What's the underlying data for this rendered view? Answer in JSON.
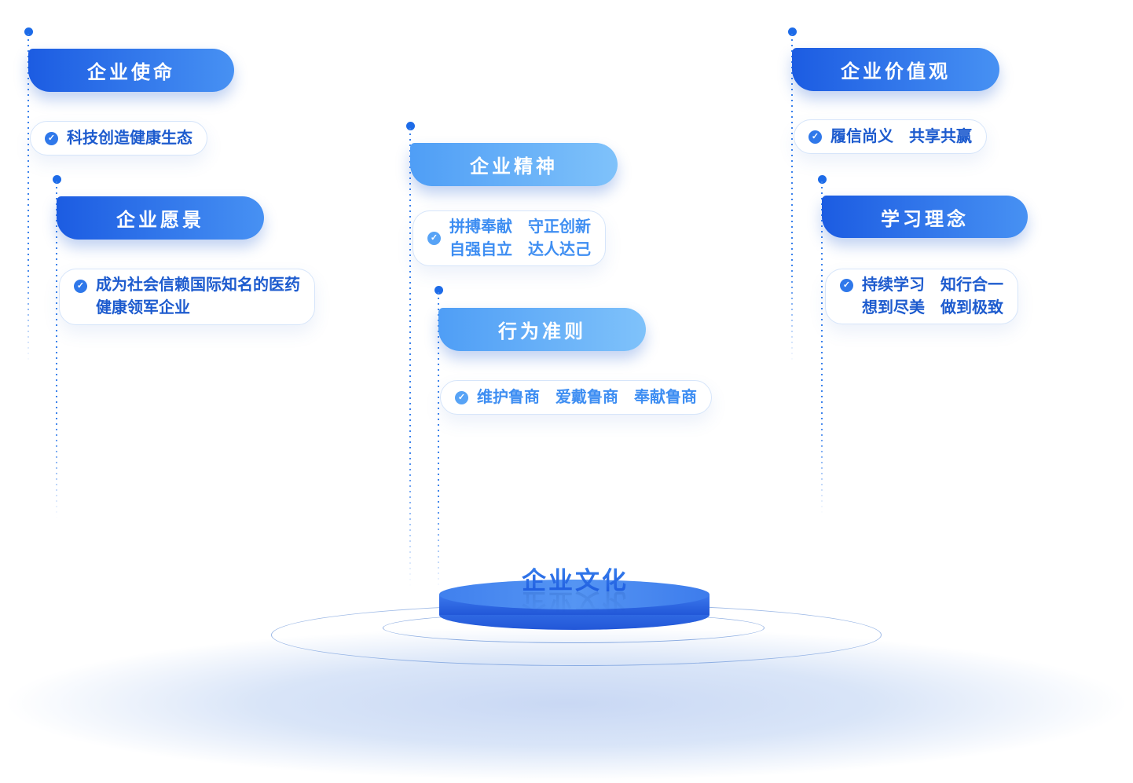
{
  "stage": {
    "title": "企业文化"
  },
  "cards": [
    {
      "id": "mission",
      "header": "企业使命",
      "lines": [
        "科技创造健康生态"
      ]
    },
    {
      "id": "vision",
      "header": "企业愿景",
      "lines": [
        "成为社会信赖国际知名的医药",
        "健康领军企业"
      ]
    },
    {
      "id": "spirit",
      "header": "企业精神",
      "lines": [
        "拼搏奉献　守正创新",
        "自强自立　达人达己"
      ]
    },
    {
      "id": "conduct",
      "header": "行为准则",
      "lines": [
        "维护鲁商　爱戴鲁商　奉献鲁商"
      ]
    },
    {
      "id": "values",
      "header": "企业价值观",
      "lines": [
        "履信尚义　共享共赢"
      ]
    },
    {
      "id": "learning",
      "header": "学习理念",
      "lines": [
        "持续学习　知行合一",
        "想到尽美　做到极致"
      ]
    }
  ],
  "colors": {
    "pill_dark_start": "#1c5ce2",
    "pill_dark_end": "#4791f3",
    "pill_light_start": "#4f9ef6",
    "pill_light_end": "#7fc2fa",
    "box_text_dark": "#1d5bce",
    "box_text_light": "#3e8ef2",
    "podium_blue": "#2e6fe8",
    "dot_blue": "#1d6be8"
  }
}
